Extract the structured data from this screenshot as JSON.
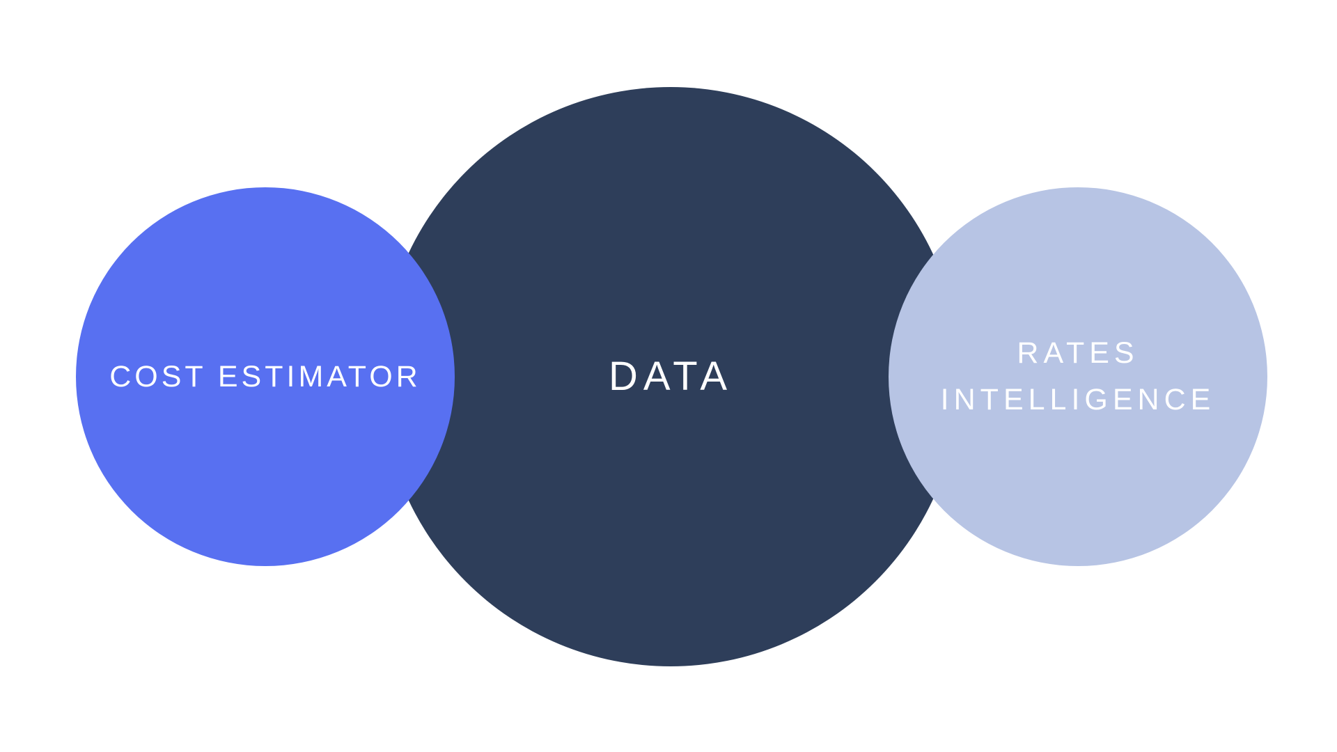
{
  "diagram": {
    "nodes": [
      {
        "id": "data",
        "label": "DATA",
        "color": "#2E3E5A"
      },
      {
        "id": "cost",
        "label": "COST ESTIMATOR",
        "color": "#5870F1"
      },
      {
        "id": "rates",
        "label": "RATES INTELLIGENCE",
        "color": "#B7C4E4"
      }
    ],
    "text_color": "#FFFFFF",
    "background": "#FFFFFF"
  }
}
